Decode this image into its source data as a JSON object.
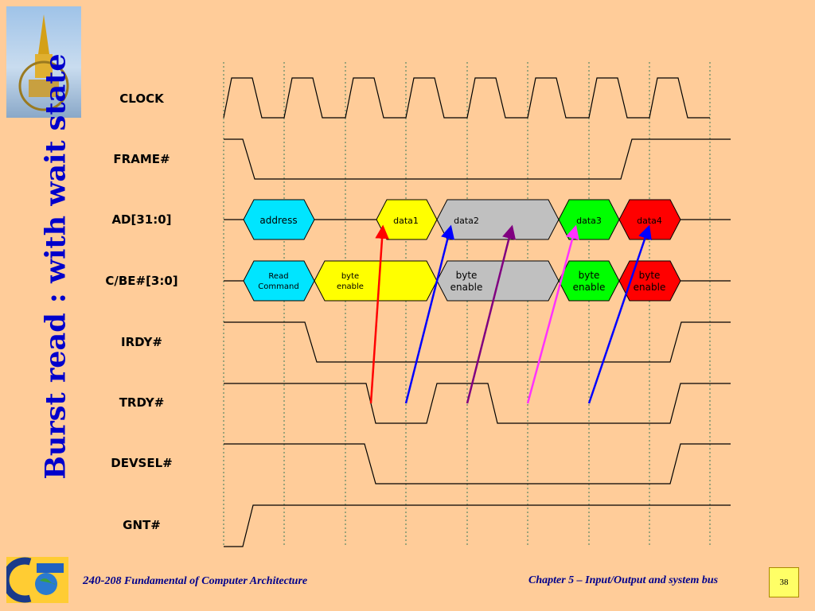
{
  "slide": {
    "title": "Burst read : with wait state",
    "page_number": "38"
  },
  "footer": {
    "left_bold": "240-",
    "left_rest": "208 Fundamental of Computer Architecture",
    "right": "Chapter 5 – Input/Output and system bus"
  },
  "signals": [
    "CLOCK",
    "FRAME#",
    "AD[31:0]",
    "C/BE#[3:0]",
    "IRDY#",
    "TRDY#",
    "DEVSEL#",
    "GNT#"
  ],
  "ad_phases": [
    {
      "label": "address",
      "color": "#00e5ff"
    },
    {
      "label": "data1",
      "color": "#ffff00"
    },
    {
      "label": "data2",
      "color": "#c0c0c0"
    },
    {
      "label": "data3",
      "color": "#00ff00"
    },
    {
      "label": "data4",
      "color": "#ff0000"
    }
  ],
  "cbe_phases": [
    {
      "lines": [
        "Read",
        "Command"
      ],
      "color": "#00e5ff"
    },
    {
      "lines": [
        "byte",
        "enable"
      ],
      "color": "#ffff00"
    },
    {
      "lines": [
        "byte",
        "enable"
      ],
      "color": "#c0c0c0"
    },
    {
      "lines": [
        "byte",
        "enable"
      ],
      "color": "#00ff00"
    },
    {
      "lines": [
        "byte",
        "enable"
      ],
      "color": "#ff0000"
    }
  ],
  "arrow_colors": [
    "#ff0000",
    "#0000ff",
    "#800080",
    "#ff33ff",
    "#0000ff"
  ]
}
